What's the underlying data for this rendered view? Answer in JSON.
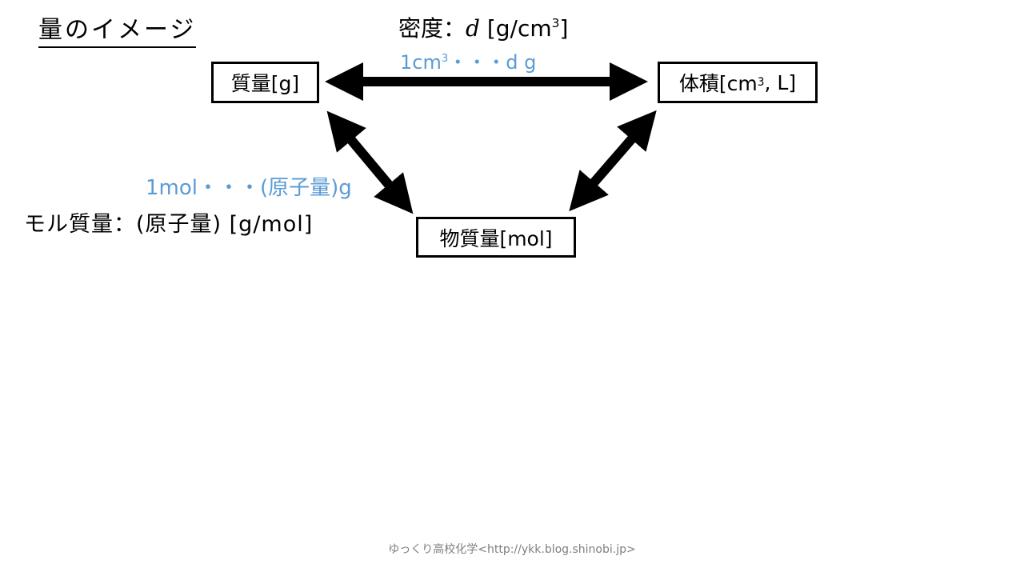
{
  "title": "量のイメージ",
  "density": {
    "label": "密度：",
    "symbol": "d",
    "unit_pre": " [g/cm",
    "unit_exp": "3",
    "unit_post": "]"
  },
  "density_note": {
    "pre": "1cm",
    "exp": "3",
    "post": "・・・d g"
  },
  "boxes": {
    "mass": "質量[g]",
    "volume_pre": "体積[cm",
    "volume_exp": "3",
    "volume_post": ", L]",
    "moles": "物質量[mol]"
  },
  "molar_note": "1mol・・・(原子量)g",
  "molar_mass": "モル質量：(原子量) [g/mol]",
  "footer": "ゆっくり高校化学<http://ykk.blog.shinobi.jp>",
  "colors": {
    "note": "#5b9bd5",
    "arrow": "#000000"
  }
}
